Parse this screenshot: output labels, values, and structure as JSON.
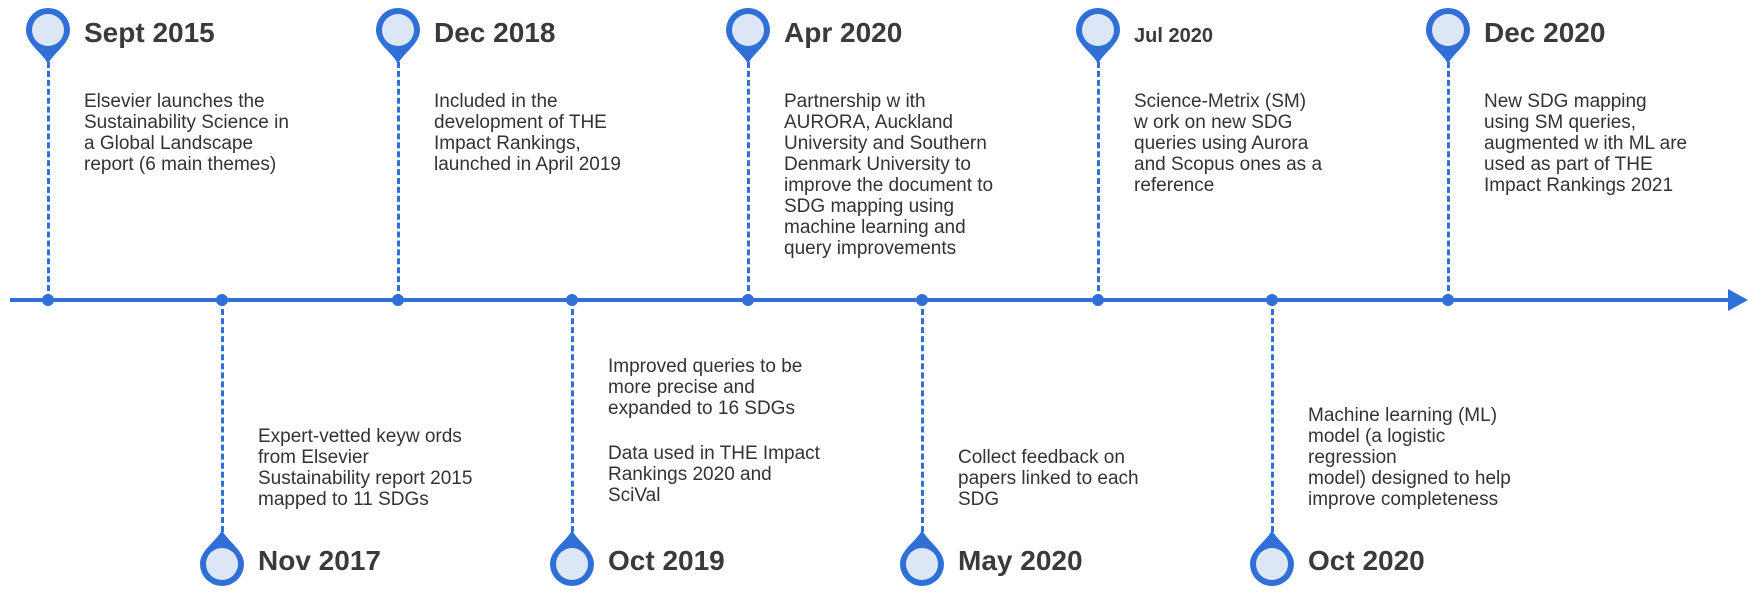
{
  "colors": {
    "accent": "#2f6fd6",
    "pin_fill": "#dde6f6",
    "text": "#333333"
  },
  "events": [
    {
      "date": "Sept 2015",
      "side": "top",
      "icon": "location-pin-icon",
      "text": "Elsevier launches the\nSustainability Science in\na Global Landscape\nreport (6 main themes)"
    },
    {
      "date": "Nov 2017",
      "side": "bottom",
      "icon": "location-pin-icon",
      "text": "Expert-vetted keyw ords\nfrom Elsevier\nSustainability report 2015\nmapped to 11 SDGs"
    },
    {
      "date": "Dec 2018",
      "side": "top",
      "icon": "location-pin-icon",
      "text": "Included in the\ndevelopment of THE\nImpact Rankings,\nlaunched in April 2019"
    },
    {
      "date": "Oct 2019",
      "side": "bottom",
      "icon": "location-pin-icon",
      "text": "Improved queries to be\nmore precise and\nexpanded to 16 SDGs",
      "text2": "Data used in THE Impact\nRankings 2020 and\nSciVal"
    },
    {
      "date": "Apr 2020",
      "side": "top",
      "icon": "location-pin-icon",
      "text": "Partnership w ith\nAURORA, Auckland\nUniversity and Southern\nDenmark University to\nimprove the document to\nSDG mapping using\nmachine learning and\nquery improvements"
    },
    {
      "date": "May 2020",
      "side": "bottom",
      "icon": "location-pin-icon",
      "text": "Collect feedback on\npapers linked to each\nSDG"
    },
    {
      "date": "Jul 2020",
      "side": "top",
      "icon": "location-pin-icon",
      "text": "Science-Metrix (SM)\nw ork on new SDG\nqueries using Aurora\nand Scopus ones as a\nreference"
    },
    {
      "date": "Oct 2020",
      "side": "bottom",
      "icon": "location-pin-icon",
      "text": "Machine learning (ML)\nmodel (a logistic\nregression\nmodel) designed to help\nimprove completeness"
    },
    {
      "date": "Dec 2020",
      "side": "top",
      "icon": "location-pin-icon",
      "text": "New SDG mapping\nusing SM queries,\naugmented w ith ML are\nused as part of THE\nImpact Rankings 2021"
    }
  ]
}
